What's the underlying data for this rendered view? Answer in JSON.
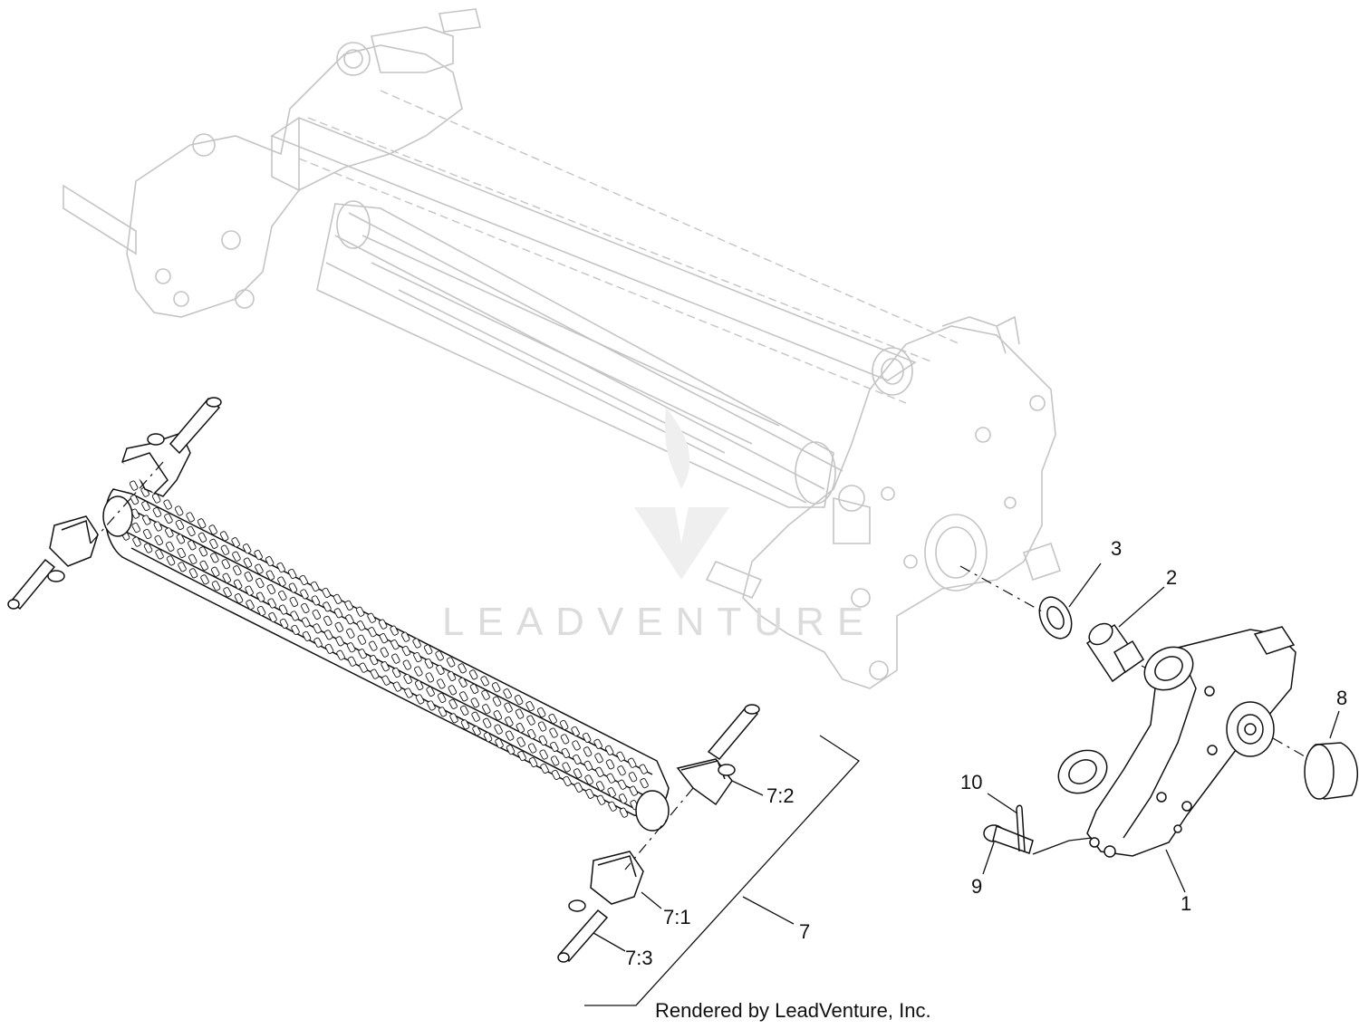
{
  "watermark": "LEADVENTURE",
  "credit": "Rendered by LeadVenture, Inc.",
  "callouts": {
    "c1": "1",
    "c2": "2",
    "c3": "3",
    "c7": "7",
    "c7_1": "7:1",
    "c7_2": "7:2",
    "c7_3": "7:3",
    "c8": "8",
    "c9": "9",
    "c10": "10"
  }
}
